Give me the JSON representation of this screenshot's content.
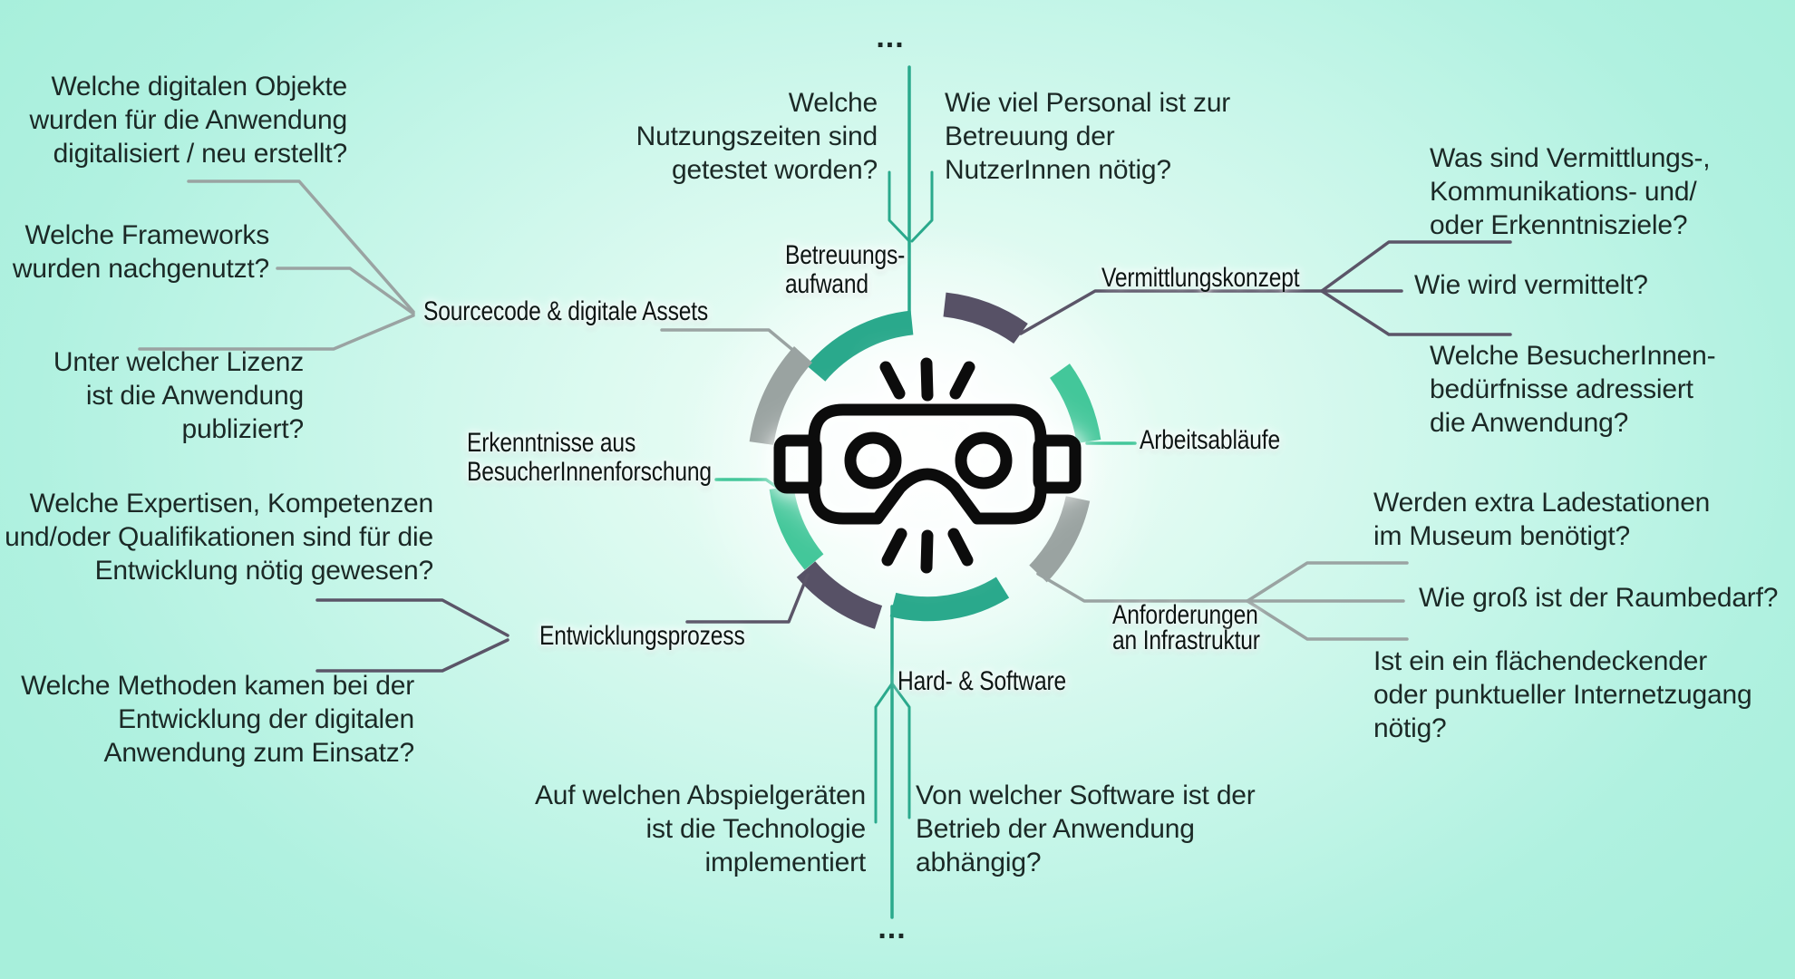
{
  "title": "Mindmap: Dokumentation einer digitalen Museums-Anwendung (VR)",
  "center": {
    "icon": "vr-headset-icon",
    "icon_color": "#0c0c0c"
  },
  "ellipsis_top": "...",
  "ellipsis_bottom": "...",
  "palette": {
    "background_outer": "#a7efdb",
    "background_center": "#f6fefb",
    "teal": "#2aa98c",
    "green": "#43c79a",
    "gray": "#9aa3a1",
    "dark_slate": "#575166",
    "connector_gray": "#9aa3a2",
    "connector_dark": "#5b5568",
    "question_text": "#1b2926",
    "label_text": "#0c1513"
  },
  "nodes": [
    {
      "id": "betreuungsaufwand",
      "label": "Betreuungs-\naufwand",
      "segment_color": "#2aa98c",
      "questions": [
        "Welche\nNutzungszeiten sind\ngetestet worden?",
        "Wie viel Personal ist zur\nBetreuung der\nNutzerInnen nötig?"
      ]
    },
    {
      "id": "vermittlungskonzept",
      "label": "Vermittlungskonzept",
      "segment_color": "#575166",
      "questions": [
        "Was sind Vermittlungs-,\nKommunikations- und/\noder Erkenntnisziele?",
        "Wie wird vermittelt?",
        "Welche BesucherInnen-\nbedürfnisse adressiert\ndie Anwendung?"
      ]
    },
    {
      "id": "arbeitsablaeufe",
      "label": "Arbeitsabläufe",
      "segment_color": "#43c79a",
      "questions": []
    },
    {
      "id": "anforderungen-an-infrastruktur",
      "label": "Anforderungen\nan Infrastruktur",
      "segment_color": "#9aa3a1",
      "questions": [
        "Werden extra Ladestationen\nim Museum benötigt?",
        "Wie groß ist der Raumbedarf?",
        "Ist ein ein flächendeckender\noder punktueller Internetzugang\nnötig?"
      ]
    },
    {
      "id": "hard-und-software",
      "label": "Hard- & Software",
      "segment_color": "#2aa98c",
      "questions": [
        "Auf welchen Abspielgeräten\nist die Technologie\nimplementiert",
        "Von welcher Software ist der\nBetrieb der Anwendung\nabhängig?"
      ]
    },
    {
      "id": "entwicklungsprozess",
      "label": "Entwicklungsprozess",
      "segment_color": "#575166",
      "questions": [
        "Welche Expertisen, Kompetenzen\nund/oder Qualifikationen sind für die\nEntwicklung nötig gewesen?",
        "Welche Methoden kamen bei der\nEntwicklung der digitalen\nAnwendung zum Einsatz?"
      ]
    },
    {
      "id": "erkenntnisse-besucherinnenforschung",
      "label": "Erkenntnisse aus\nBesucherInnenforschung",
      "segment_color": "#43c79a",
      "questions": []
    },
    {
      "id": "sourcecode-digitale-assets",
      "label": "Sourcecode & digitale Assets",
      "segment_color": "#9aa3a1",
      "questions": [
        "Welche digitalen Objekte\nwurden für die Anwendung\ndigitalisiert / neu erstellt?",
        "Welche Frameworks\nwurden nachgenutzt?",
        "Unter welcher Lizenz\nist die Anwendung\npubliziert?"
      ]
    }
  ]
}
